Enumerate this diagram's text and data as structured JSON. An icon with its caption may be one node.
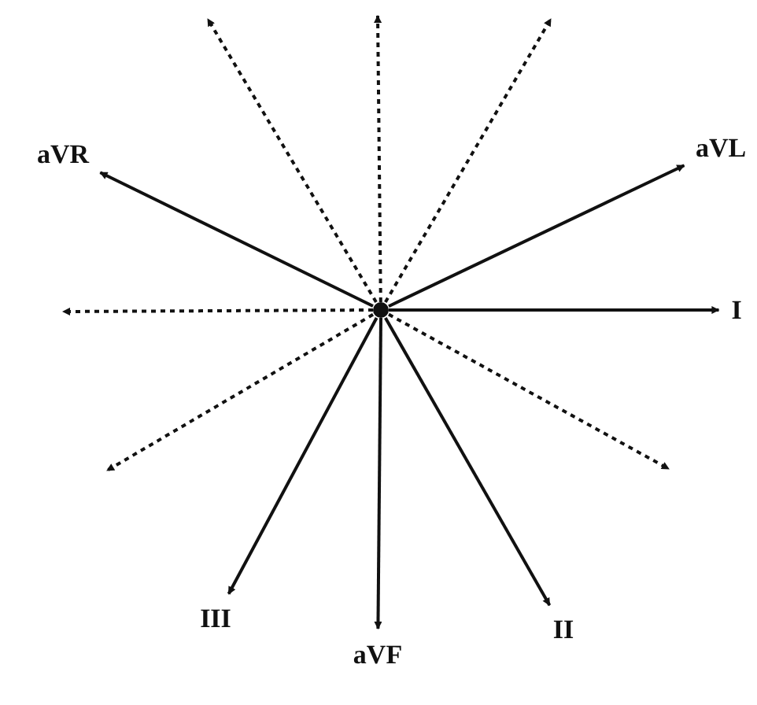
{
  "diagram": {
    "nodes": [
      {
        "text": [],
        "shape": "circle"
      },
      {
        "text": [
          "aVR"
        ]
      },
      {
        "text": [
          "aVL"
        ]
      },
      {
        "text": [
          "I"
        ]
      },
      {
        "text": [
          "III"
        ]
      },
      {
        "text": [
          "aVF"
        ]
      },
      {
        "text": [
          "II"
        ]
      }
    ],
    "edges": [
      {
        "from": 0,
        "to": 1,
        "arrow": "to"
      },
      {
        "from": 0,
        "to": 2,
        "arrow": "to"
      },
      {
        "from": 0,
        "to": 3,
        "arrow": "to"
      },
      {
        "from": 0,
        "to": 4,
        "arrow": "to"
      },
      {
        "from": 0,
        "to": 5,
        "arrow": "to"
      },
      {
        "from": 0,
        "to": 6,
        "arrow": "to"
      },
      {
        "from": 0,
        "to": null,
        "arrow": "to",
        "style": "dashed"
      },
      {
        "from": 0,
        "to": null,
        "arrow": "to",
        "style": "dashed"
      },
      {
        "from": 0,
        "to": null,
        "arrow": "to",
        "style": "dashed"
      },
      {
        "from": 0,
        "to": null,
        "arrow": "to",
        "style": "dashed"
      },
      {
        "from": 0,
        "to": null,
        "arrow": "to",
        "style": "dashed"
      },
      {
        "from": 0,
        "to": null,
        "arrow": "to",
        "style": "dashed"
      }
    ]
  }
}
